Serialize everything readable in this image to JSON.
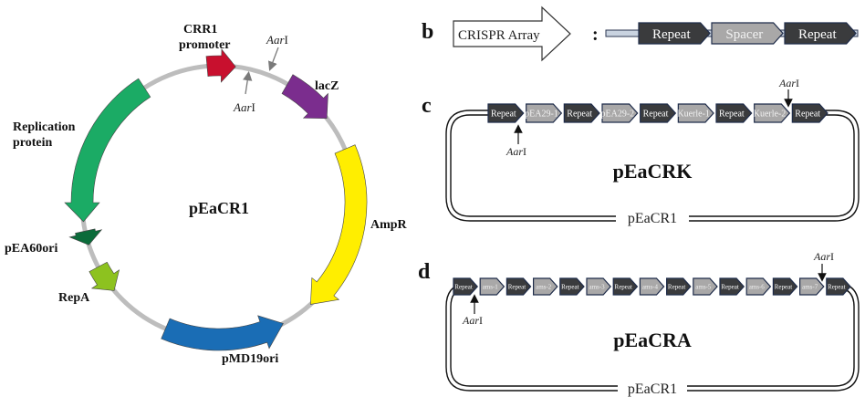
{
  "panel_a": {
    "plasmid_name": "pEaCR1",
    "features": [
      {
        "label": "CRR1 promoter",
        "label_lines": [
          "CRR1",
          "promoter"
        ],
        "color": "#c8102e"
      },
      {
        "label": "lacZ",
        "color": "#7b2d8e"
      },
      {
        "label": "AmpR",
        "color": "#ffee00"
      },
      {
        "label": "pMD19ori",
        "color": "#1a6db5"
      },
      {
        "label": "RepA",
        "color": "#8dc21f"
      },
      {
        "label": "pEA60ori",
        "color": "#0b6b3a"
      },
      {
        "label": "Replication protein",
        "label_lines": [
          "Replication",
          "protein"
        ],
        "color": "#1bab65"
      }
    ],
    "restriction_sites": [
      {
        "prefix": "Aar",
        "suffix": "I"
      },
      {
        "prefix": "Aar",
        "suffix": "I"
      }
    ],
    "backbone_color": "#bdbdbd"
  },
  "panel_b": {
    "letter": "b",
    "arrow_label": "CRISPR Array",
    "separator": ":",
    "segments": [
      {
        "label": "Repeat",
        "type": "repeat"
      },
      {
        "label": "Spacer",
        "type": "spacer"
      },
      {
        "label": "Repeat",
        "type": "repeat"
      }
    ]
  },
  "panel_c": {
    "letter": "c",
    "construct_name": "pEaCRK",
    "backbone_label": "pEaCR1",
    "segments": [
      {
        "label": "Repeat",
        "type": "repeat"
      },
      {
        "label": "pEA29-1",
        "type": "spacer"
      },
      {
        "label": "Repeat",
        "type": "repeat"
      },
      {
        "label": "pEA29-2",
        "type": "spacer"
      },
      {
        "label": "Repeat",
        "type": "repeat"
      },
      {
        "label": "Kuerle-1",
        "type": "spacer"
      },
      {
        "label": "Repeat",
        "type": "repeat"
      },
      {
        "label": "Kuerle-2",
        "type": "spacer"
      },
      {
        "label": "Repeat",
        "type": "repeat"
      }
    ],
    "sites": [
      {
        "prefix": "Aar",
        "suffix": "I",
        "position": "below-first"
      },
      {
        "prefix": "Aar",
        "suffix": "I",
        "position": "above-last"
      }
    ]
  },
  "panel_d": {
    "letter": "d",
    "construct_name": "pEaCRA",
    "backbone_label": "pEaCR1",
    "segments": [
      {
        "label": "Repeat",
        "type": "repeat"
      },
      {
        "label": "ams-1",
        "type": "spacer"
      },
      {
        "label": "Repeat",
        "type": "repeat"
      },
      {
        "label": "ams-2",
        "type": "spacer"
      },
      {
        "label": "Repeat",
        "type": "repeat"
      },
      {
        "label": "ams-3",
        "type": "spacer"
      },
      {
        "label": "Repeat",
        "type": "repeat"
      },
      {
        "label": "ams-4",
        "type": "spacer"
      },
      {
        "label": "Repeat",
        "type": "repeat"
      },
      {
        "label": "ams-5",
        "type": "spacer"
      },
      {
        "label": "Repeat",
        "type": "repeat"
      },
      {
        "label": "ams-6",
        "type": "spacer"
      },
      {
        "label": "Repeat",
        "type": "repeat"
      },
      {
        "label": "ams-7",
        "type": "spacer"
      },
      {
        "label": "Repeat",
        "type": "repeat"
      }
    ],
    "sites": [
      {
        "prefix": "Aar",
        "suffix": "I",
        "position": "below-first"
      },
      {
        "prefix": "Aar",
        "suffix": "I",
        "position": "above-last"
      }
    ]
  },
  "colors": {
    "repeat_fill": "#3a3b3d",
    "repeat_text": "#ffffff",
    "spacer_fill": "#a9a8a8",
    "spacer_text": "#f2f2f2",
    "segment_stroke": "#1f2c4a",
    "backbone_bar": "#c9d3e0"
  }
}
